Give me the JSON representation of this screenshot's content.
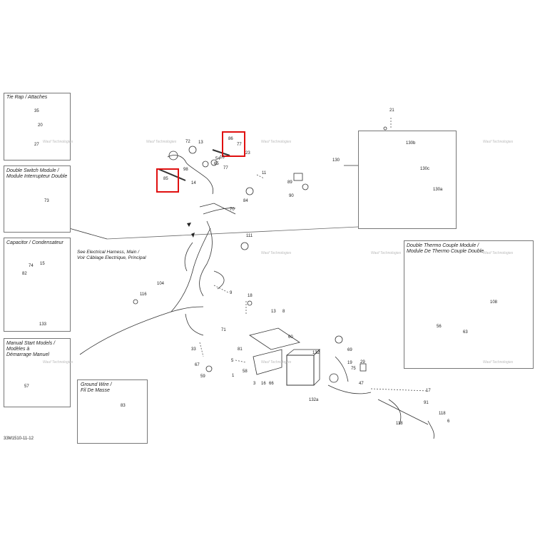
{
  "boxes": {
    "tie_rap": {
      "title": "Tie Rap / Attaches",
      "parts": [
        "35",
        "20",
        "27"
      ]
    },
    "double_switch": {
      "title_line1": "Double Switch Module /",
      "title_line2": "Module Interrupteur Double",
      "parts": [
        "73"
      ]
    },
    "capacitor": {
      "title": "Capacitor / Condensateur",
      "parts": [
        "74",
        "15",
        "82",
        "133"
      ]
    },
    "manual_start": {
      "title_line1": "Manual Start Models /",
      "title_line2": "Modèles à",
      "title_line3": "Démarrage Manuel",
      "parts": [
        "57"
      ]
    },
    "ground_wire": {
      "title_line1": "Ground Wire /",
      "title_line2": "Fil De Masse",
      "parts": [
        "83"
      ]
    },
    "thermo_couple": {
      "title_line1": "Double Thermo Couple Module /",
      "title_line2": "Module De Thermo Couple Double",
      "parts": [
        "108",
        "56",
        "63"
      ]
    },
    "gauge": {
      "parts": [
        "130",
        "130b",
        "130c",
        "130a"
      ]
    }
  },
  "note": {
    "line1": "See Electrical Harness, Main /",
    "line2": "Voir Câblage Electrique, Principal"
  },
  "highlighted_parts": [
    "86",
    "85"
  ],
  "main_parts": [
    "72",
    "13",
    "54",
    "65",
    "98",
    "14",
    "86",
    "16",
    "77",
    "23",
    "85",
    "77",
    "11",
    "89",
    "90",
    "84",
    "70",
    "111",
    "104",
    "9",
    "116",
    "18",
    "13",
    "8",
    "60",
    "81",
    "58",
    "132",
    "69",
    "3",
    "16",
    "66",
    "29",
    "19",
    "75",
    "47",
    "67",
    "33",
    "5",
    "59",
    "71",
    "17",
    "91",
    "118",
    "118",
    "6",
    "1",
    "132a",
    "21"
  ],
  "watermark": "Wauf Technologies",
  "doc_ref": "33M1510-11-12"
}
